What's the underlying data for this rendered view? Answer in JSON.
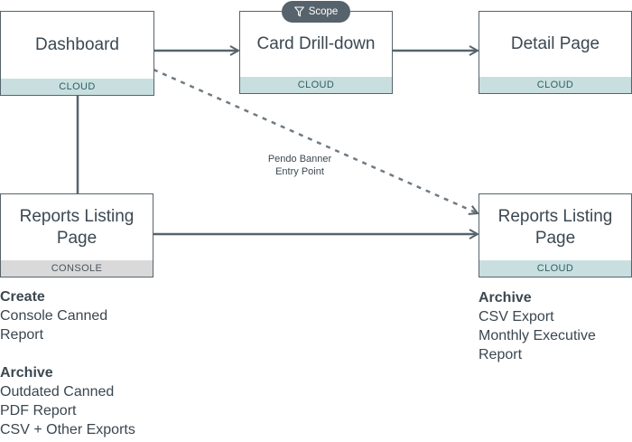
{
  "nodes": {
    "dashboard": {
      "title": "Dashboard",
      "tag": "CLOUD"
    },
    "card_drilldown": {
      "title": "Card Drill-down",
      "tag": "CLOUD"
    },
    "detail_page": {
      "title": "Detail Page",
      "tag": "CLOUD"
    },
    "reports_console": {
      "title": "Reports Listing Page",
      "tag": "CONSOLE"
    },
    "reports_cloud": {
      "title": "Reports Listing Page",
      "tag": "CLOUD"
    }
  },
  "scope_badge": {
    "label": "Scope",
    "icon": "filter-icon"
  },
  "edge_label": {
    "line1": "Pendo Banner",
    "line2": "Entry Point"
  },
  "left_notes": {
    "create_heading": "Create",
    "create_items": [
      "Console Canned",
      "Report"
    ],
    "archive_heading": "Archive",
    "archive_items": [
      "Outdated Canned",
      "PDF Report",
      "CSV + Other Exports"
    ]
  },
  "right_notes": {
    "archive_heading": "Archive",
    "archive_items": [
      "CSV Export",
      "Monthly Executive",
      "Report"
    ]
  },
  "colors": {
    "line": "#56636c",
    "cloud_tag_bg": "#c9dfdf",
    "console_tag_bg": "#d9d9d9"
  }
}
